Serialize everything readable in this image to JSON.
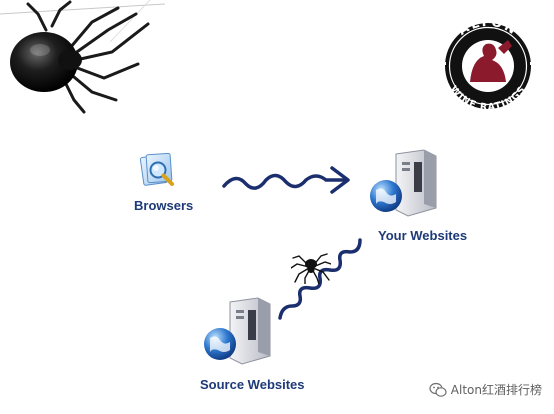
{
  "logo": {
    "brand": "ALTON",
    "tagline": "WINE RATINGS"
  },
  "nodes": {
    "browsers": {
      "label": "Browsers",
      "icon": "browser-magnifier-icon"
    },
    "your_websites": {
      "label": "Your Websites",
      "icon": "server-globe-icon"
    },
    "source_websites": {
      "label": "Source Websites",
      "icon": "server-globe-icon"
    }
  },
  "watermark": {
    "text": "Alton红酒排行榜",
    "icon": "wechat-icon"
  },
  "colors": {
    "label": "#1e3a78",
    "flow_line": "#1b2f6e",
    "logo_red": "#8b1a2c",
    "logo_black": "#111111"
  }
}
